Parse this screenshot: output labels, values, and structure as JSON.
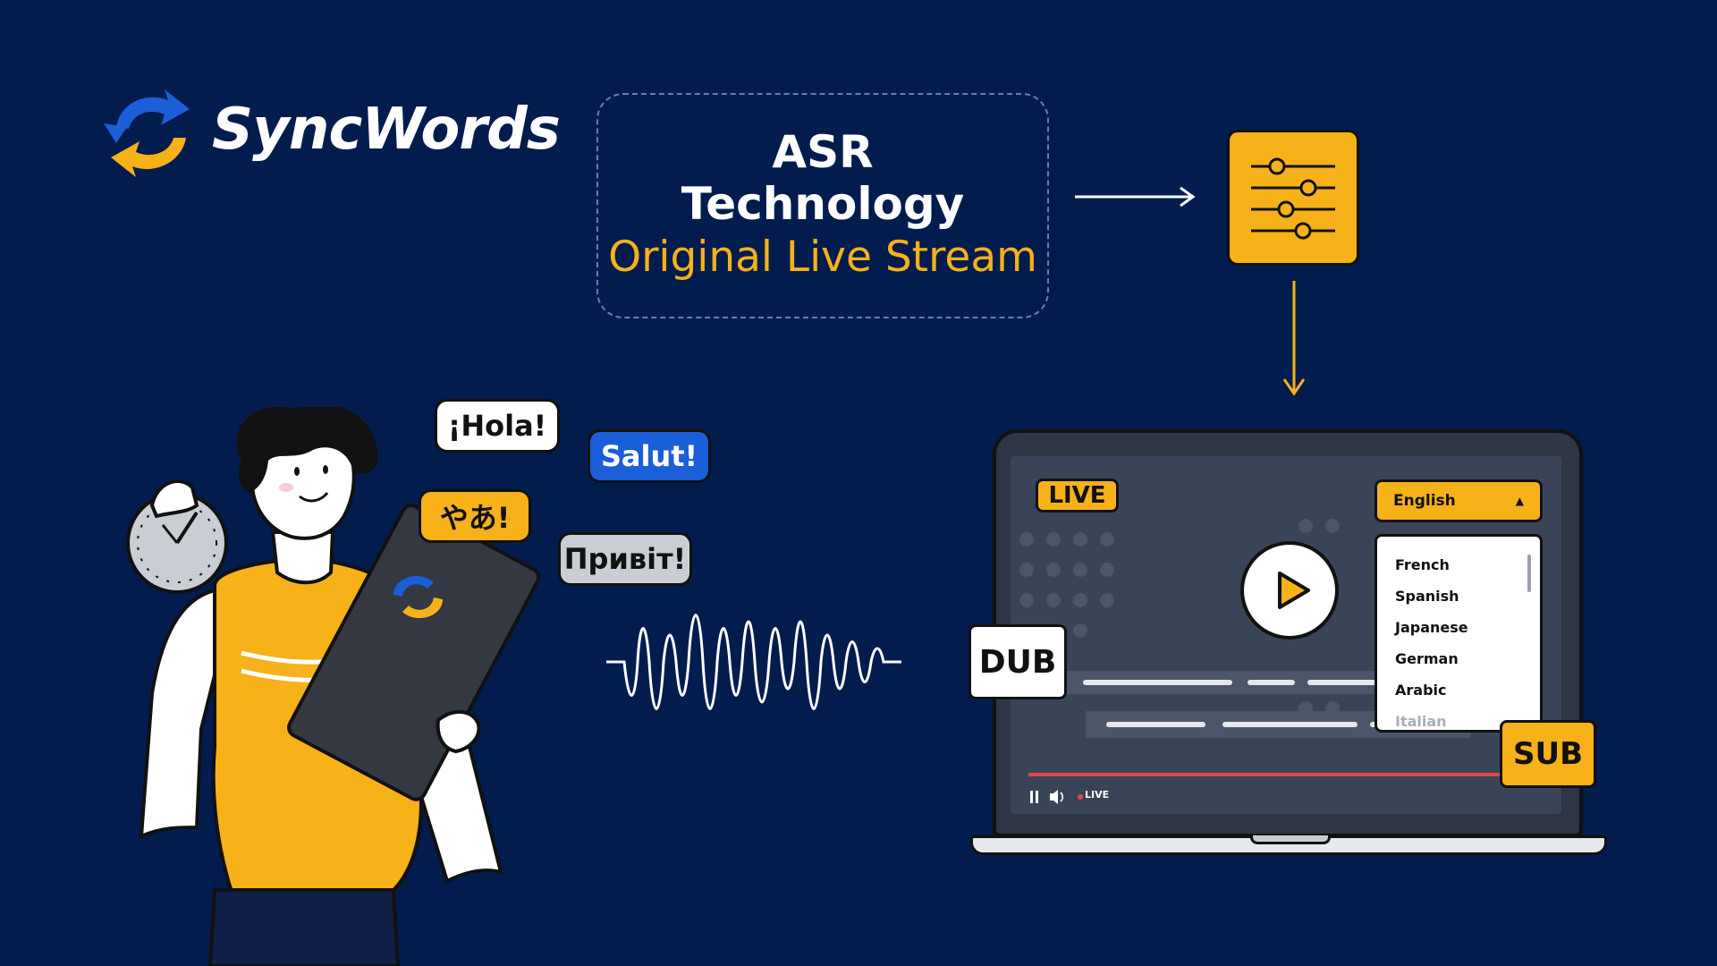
{
  "brand": {
    "name": "SyncWords",
    "colors": {
      "background": "#021c4d",
      "accent": "#f7b119",
      "blue": "#1a5ed8"
    }
  },
  "asr": {
    "line1": "ASR",
    "line2": "Technology",
    "line3": "Original Live Stream"
  },
  "bubbles": {
    "hola": "¡Hola!",
    "salut": "Salut!",
    "yaa": "やあ!",
    "pryvit": "Привіт!"
  },
  "player": {
    "live_badge": "LIVE",
    "selected_language": "English",
    "languages": [
      "French",
      "Spanish",
      "Japanese",
      "German",
      "Arabic",
      "Italian"
    ],
    "controls_live": "LIVE"
  },
  "tags": {
    "dub": "DUB",
    "sub": "SUB"
  },
  "icons": {
    "logo": "syncwords-logo-icon",
    "settings": "sliders-icon",
    "play": "play-icon",
    "stopwatch": "stopwatch-icon",
    "tablet_logo": "syncwords-mark-icon"
  }
}
